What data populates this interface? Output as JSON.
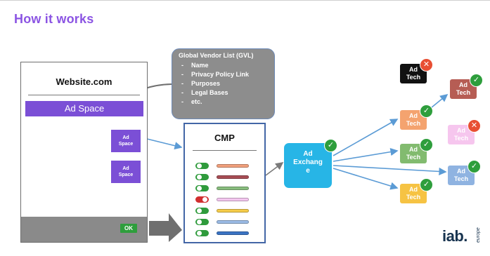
{
  "slide": {
    "title": "How it works",
    "colors": {
      "accent": "#8b54e3",
      "ad_purple": "#7b4fd6",
      "exchange": "#27b5e6",
      "check": "#2e9e3c",
      "cross": "#e84f33"
    }
  },
  "website": {
    "title": "Website.com",
    "ad_space": "Ad Space",
    "ad_small_1": "Ad\nSpace",
    "ad_small_2": "Ad\nSpace",
    "ok_button": "OK"
  },
  "gvl": {
    "title": "Global Vendor List (GVL)",
    "items": [
      "Name",
      "Privacy Policy Link",
      "Purposes",
      "Legal Bases",
      "etc."
    ]
  },
  "cmp": {
    "title": "CMP",
    "rows": [
      {
        "toggle": "on",
        "bar_color": "#f1a07c"
      },
      {
        "toggle": "on",
        "bar_color": "#a84d55"
      },
      {
        "toggle": "on",
        "bar_color": "#88bd7e"
      },
      {
        "toggle": "off",
        "bar_color": "#f3c6ef"
      },
      {
        "toggle": "on",
        "bar_color": "#f5cc4a"
      },
      {
        "toggle": "on",
        "bar_color": "#9bbbe5"
      },
      {
        "toggle": "on",
        "bar_color": "#3b74c4"
      }
    ]
  },
  "exchange": {
    "label": "Ad\nExchang\ne",
    "status": "check"
  },
  "techs": [
    {
      "label": "Ad\nTech",
      "color": "#111111",
      "text_color": "#ffffff",
      "status": "cross"
    },
    {
      "label": "Ad\nTech",
      "color": "#b65d54",
      "text_color": "#ffffff",
      "status": "check"
    },
    {
      "label": "Ad\nTech",
      "color": "#f4a36f",
      "text_color": "#ffffff",
      "status": "check"
    },
    {
      "label": "Ad\nTech",
      "color": "#f6c6ee",
      "text_color": "#ffffff",
      "status": "cross"
    },
    {
      "label": "Ad\nTech",
      "color": "#82bb6f",
      "text_color": "#ffffff",
      "status": "check"
    },
    {
      "label": "Ad\nTech",
      "color": "#8fb3e1",
      "text_color": "#ffffff",
      "status": "check"
    },
    {
      "label": "Ad\nTech",
      "color": "#f6c343",
      "text_color": "#ffffff",
      "status": "check"
    }
  ],
  "badges": {
    "check": "✓",
    "cross": "✕"
  },
  "logo": {
    "main": "iab.",
    "sub": "europe"
  }
}
